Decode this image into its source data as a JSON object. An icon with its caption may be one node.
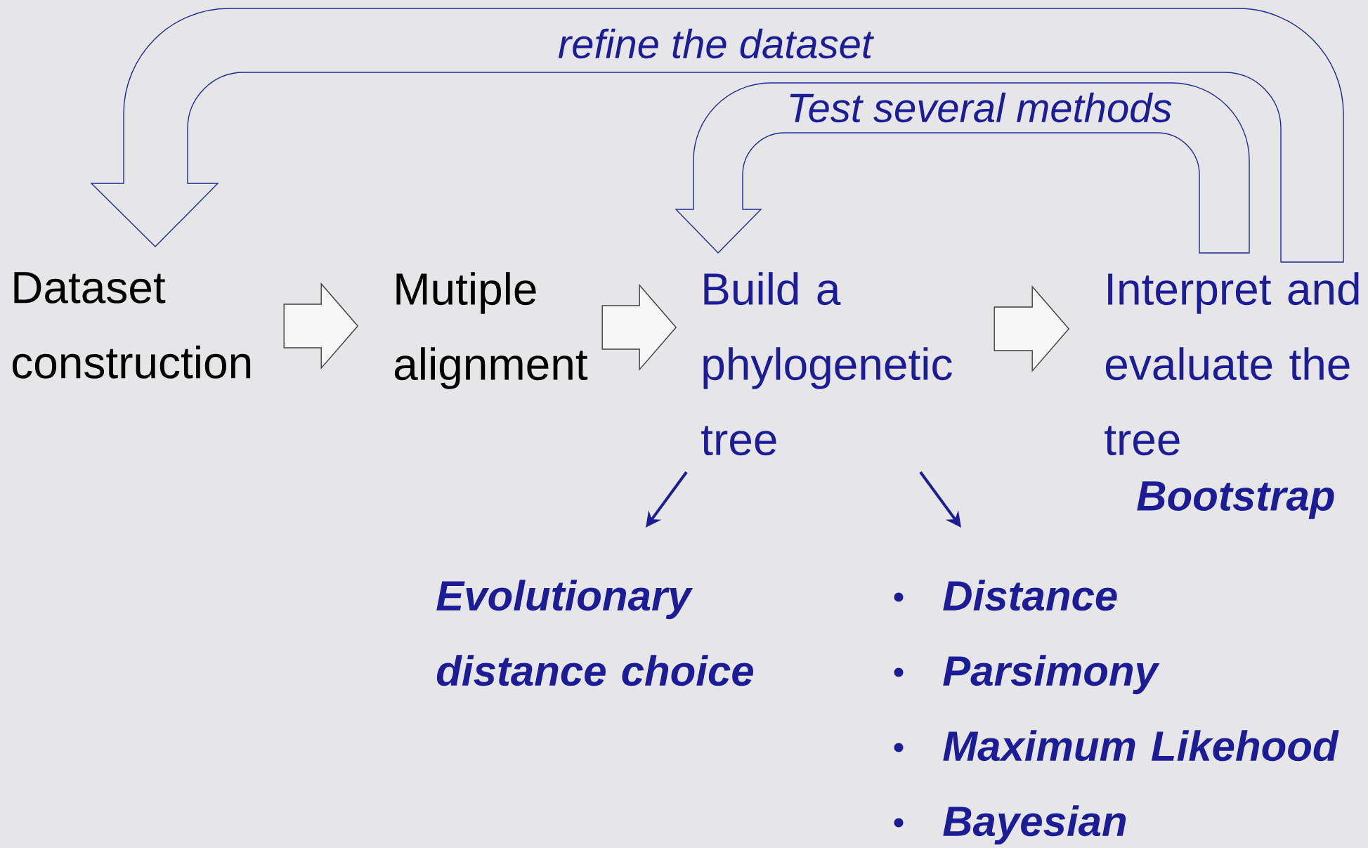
{
  "diagram": {
    "nodes": [
      {
        "text": [
          "Dataset construction"
        ]
      },
      {
        "text": [
          "Mutiple alignment"
        ]
      },
      {
        "text": [
          "Build a phylogenetic tree"
        ]
      },
      {
        "text": [
          "Interpret and evaluate the tree"
        ]
      },
      {
        "text": [
          "Evolutionary distance choice"
        ]
      },
      {
        "text": [
          "Distance",
          "Parsimony",
          "Maximum Likehood",
          "Bayesian"
        ]
      }
    ],
    "edges": [
      {
        "from": 0,
        "to": 1,
        "arrow": "to"
      },
      {
        "from": 1,
        "to": 2,
        "arrow": "to"
      },
      {
        "from": 2,
        "to": 3,
        "arrow": "to"
      },
      {
        "from": 3,
        "to": 0,
        "arrow": "to",
        "label": "refine the dataset"
      },
      {
        "from": 3,
        "to": 2,
        "arrow": "to",
        "label": "Test several methods"
      },
      {
        "from": 2,
        "to": 4,
        "arrow": "to"
      },
      {
        "from": 2,
        "to": 5,
        "arrow": "to"
      }
    ],
    "labels": [
      "Bootstrap"
    ]
  }
}
